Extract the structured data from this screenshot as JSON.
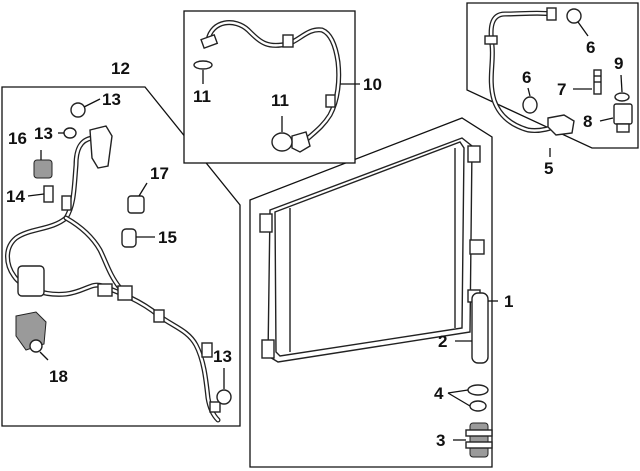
{
  "callouts": {
    "c1": "1",
    "c2": "2",
    "c3": "3",
    "c4": "4",
    "c5": "5",
    "c6a": "6",
    "c6b": "6",
    "c7": "7",
    "c8": "8",
    "c9": "9",
    "c10": "10",
    "c11a": "11",
    "c11b": "11",
    "c12": "12",
    "c13a": "13",
    "c13b": "13",
    "c13c": "13",
    "c14": "14",
    "c15": "15",
    "c16": "16",
    "c17": "17",
    "c18": "18"
  },
  "colors": {
    "ink": "#111111",
    "shade": "#9a9a9a",
    "background": "#ffffff"
  }
}
